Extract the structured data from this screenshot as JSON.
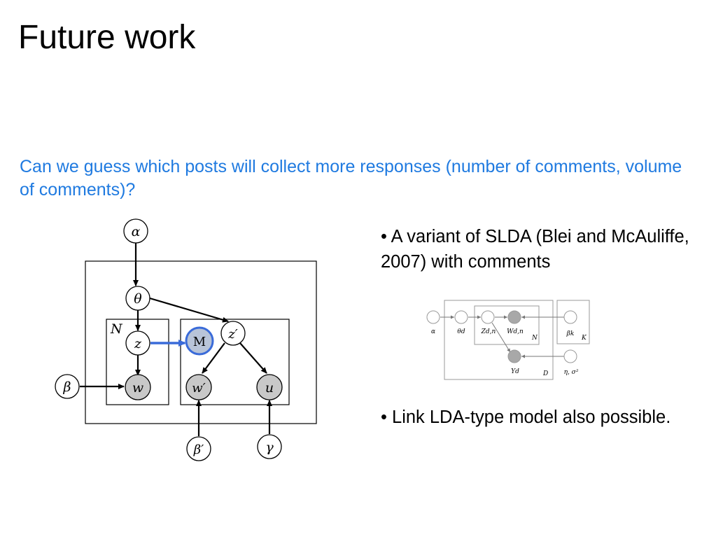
{
  "slide": {
    "title": "Future work",
    "question": "Can we guess which posts will collect more responses (number of comments, volume of comments)?",
    "bullets": [
      "• A variant of SLDA (Blei and McAuliffe, 2007) with comments",
      "• Link LDA-type model also possible."
    ]
  },
  "main_diagram": {
    "nodes": {
      "alpha": "α",
      "theta": "θ",
      "z": "z",
      "w": "w",
      "beta": "β",
      "M": "M",
      "zprime": "z′",
      "wprime": "w′",
      "u": "u",
      "betaprime": "β′",
      "gamma": "γ"
    },
    "plate_N": "N",
    "colors": {
      "observed_fill": "#c8c8c8",
      "highlight": "#3a6bd9",
      "highlight_fill": "#b8c4d8"
    }
  },
  "small_diagram": {
    "labels": {
      "alpha": "α",
      "theta_d": "θd",
      "z_dn": "Zd,n",
      "w_dn": "Wd,n",
      "beta_k": "βk",
      "y_d": "Yd",
      "eta_sigma": "η, σ²",
      "plate_N": "N",
      "plate_K": "K",
      "plate_D": "D"
    }
  }
}
